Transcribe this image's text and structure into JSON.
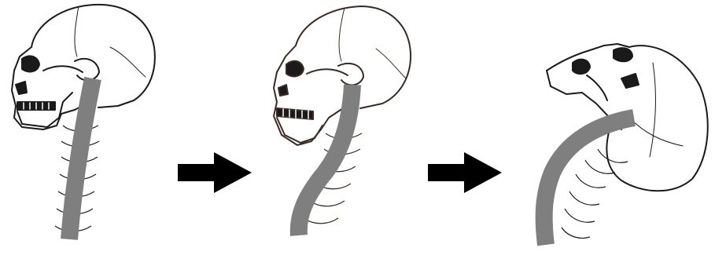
{
  "figure": {
    "stages": [
      {
        "id": "stage-1",
        "posture": "upright"
      },
      {
        "id": "stage-2",
        "posture": "forward-tilted"
      },
      {
        "id": "stage-3",
        "posture": "flexed"
      }
    ],
    "arrows": 2
  },
  "colors": {
    "background": "#ffffff",
    "outline": "#1a1a1a",
    "spine_band": "#7f7f7f",
    "arrow": "#000000"
  },
  "icons": [
    "skull-icon",
    "cervical-spine-icon",
    "right-arrow-icon"
  ]
}
